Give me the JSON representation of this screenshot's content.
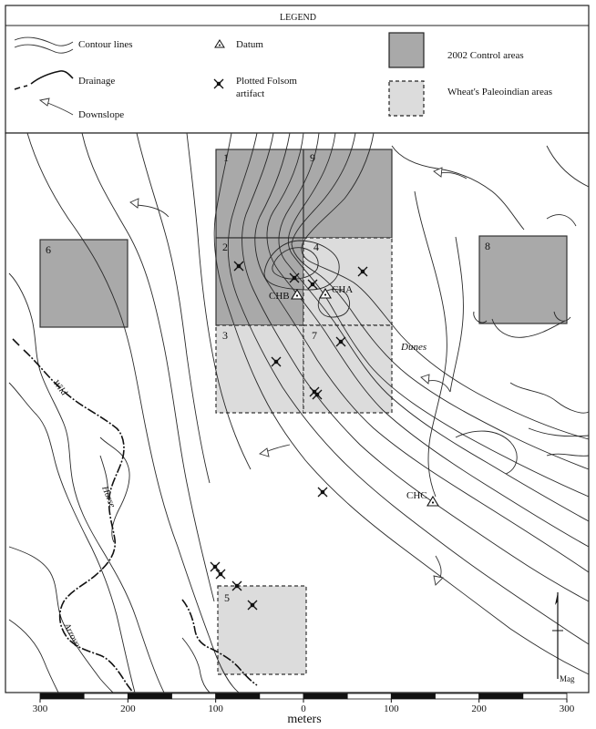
{
  "legend": {
    "title": "LEGEND",
    "contour": "Contour lines",
    "drainage": "Drainage",
    "downslope": "Downslope",
    "datum": "Datum",
    "folsom_line1": "Plotted Folsom",
    "folsom_line2": "artifact",
    "control": "2002 Control areas",
    "paleo": "Wheat's Paleoindian areas"
  },
  "areas": [
    {
      "label": "1",
      "kind": "control"
    },
    {
      "label": "9",
      "kind": "control"
    },
    {
      "label": "2",
      "kind": "control"
    },
    {
      "label": "4",
      "kind": "paleo"
    },
    {
      "label": "3",
      "kind": "paleo"
    },
    {
      "label": "7",
      "kind": "paleo"
    },
    {
      "label": "6",
      "kind": "control"
    },
    {
      "label": "8",
      "kind": "control"
    },
    {
      "label": "5",
      "kind": "paleo"
    }
  ],
  "datums": [
    "CHA",
    "CHB",
    "CHC"
  ],
  "features": {
    "dunes": "Dunes",
    "drainage_name": [
      "Wild",
      "Horse",
      "Arroyo"
    ]
  },
  "north_arrow": {
    "label": "Mag"
  },
  "scale": {
    "ticks": [
      "300",
      "200",
      "100",
      "0",
      "100",
      "200",
      "300"
    ],
    "unit": "meters"
  },
  "colors": {
    "control_fill": "#a9a9a9",
    "paleo_fill": "#dcdcdc",
    "line": "#222222"
  }
}
